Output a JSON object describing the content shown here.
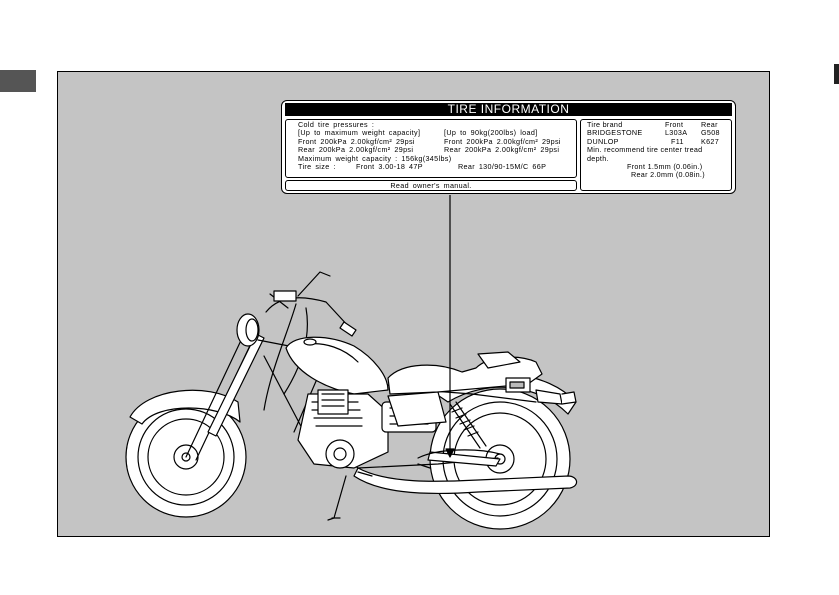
{
  "colors": {
    "panel_background": "#c4c4c4",
    "label_background": "#ffffff",
    "tab_marker": "#555555",
    "line": "#000000"
  },
  "label": {
    "header": "TIRE INFORMATION",
    "cold_pressures_title": "Cold tire pressures :",
    "capacity_max": "[Up to maximum weight capacity]",
    "capacity_90": "[Up to 90kg(200lbs) load]",
    "front_max": "Front 200kPa 2.00kgf/cm² 29psi",
    "front_90": "Front 200kPa 2.00kgf/cm² 29psi",
    "rear_max": "Rear 200kPa 2.00kgf/cm² 29psi",
    "rear_90": "Rear 200kPa 2.00kgf/cm² 29psi",
    "max_weight": "Maximum weight capacity : 156kg(345lbs)",
    "tire_size_label": "Tire size :",
    "tire_size_front": "Front 3.00-18 47P",
    "tire_size_rear": "Rear 130/90-15M/C 66P",
    "manual_note": "Read owner's manual.",
    "brand_header": {
      "name": "Tire brand",
      "front": "Front",
      "rear": "Rear"
    },
    "brands": [
      {
        "name": "BRIDGESTONE",
        "front": "L303A",
        "rear": "G508"
      },
      {
        "name": "DUNLOP",
        "front": "F11",
        "rear": "K627"
      }
    ],
    "tread_note_1": "Min. recommend tire center tread",
    "tread_note_2": "depth.",
    "tread_front": "Front 1.5mm (0.06in.)",
    "tread_rear": "Rear 2.0mm (0.08in.)"
  }
}
